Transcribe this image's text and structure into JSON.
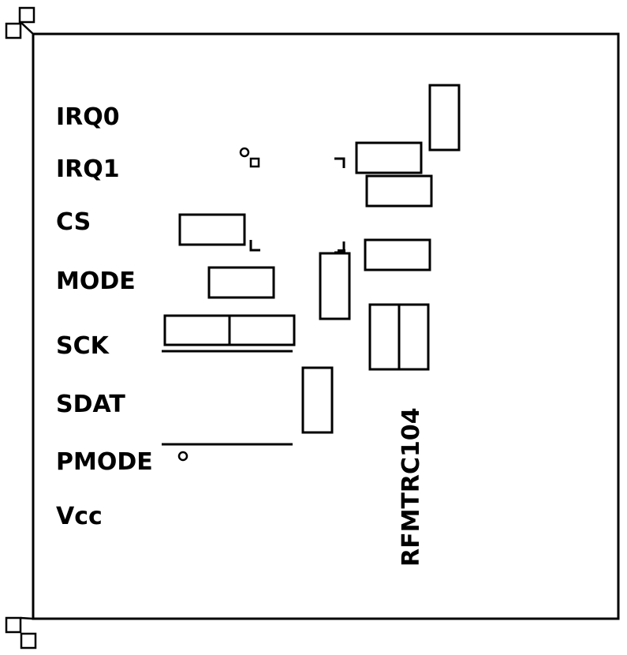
{
  "board": {
    "part_name": "RFMTRC104",
    "pin_labels": [
      "IRQ0",
      "IRQ1",
      "CS",
      "MODE",
      "SCK",
      "SDAT",
      "PMODE",
      "Vcc"
    ]
  }
}
